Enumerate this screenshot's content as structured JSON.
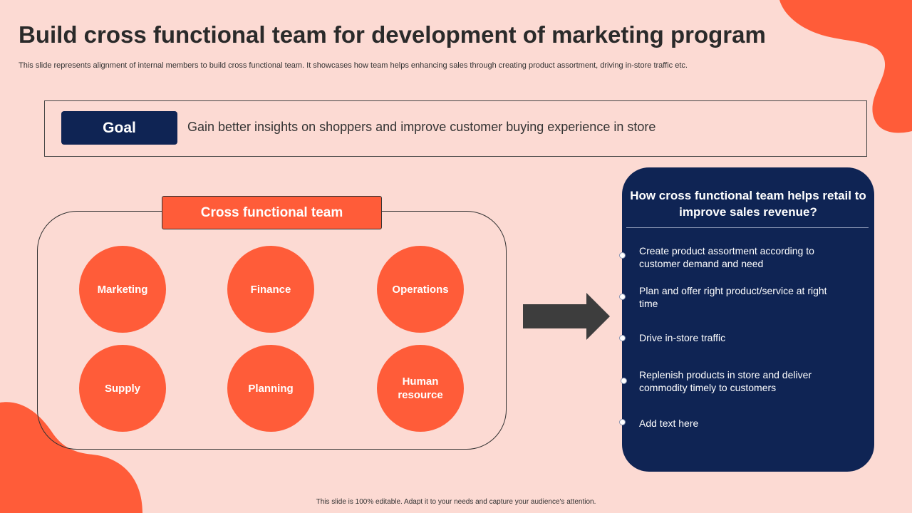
{
  "slide": {
    "title": "Build cross functional team for development of marketing program",
    "subtitle": "This slide represents alignment of internal members to build cross functional team. It showcases how team helps enhancing sales through creating product assortment, driving in-store traffic etc.",
    "footer": "This slide is 100% editable.  Adapt it to your needs and capture your audience's attention."
  },
  "goal": {
    "label": "Goal",
    "text": "Gain better insights on shoppers and improve customer buying experience in store"
  },
  "team": {
    "header": "Cross functional team",
    "members": [
      "Marketing",
      "Finance",
      "Operations",
      "Supply",
      "Planning",
      "Human resource"
    ]
  },
  "panel": {
    "title": "How cross functional team helps retail to improve sales revenue?",
    "bullets": [
      "Create product assortment according to customer demand and need",
      "Plan and offer right product/service at right time",
      "Drive in-store traffic",
      "Replenish products in store and deliver commodity timely to customers",
      "Add text here"
    ]
  },
  "colors": {
    "background": "#fcdad3",
    "accent": "#ff5c39",
    "navy": "#0f2454",
    "arrow": "#3d3d3d"
  }
}
